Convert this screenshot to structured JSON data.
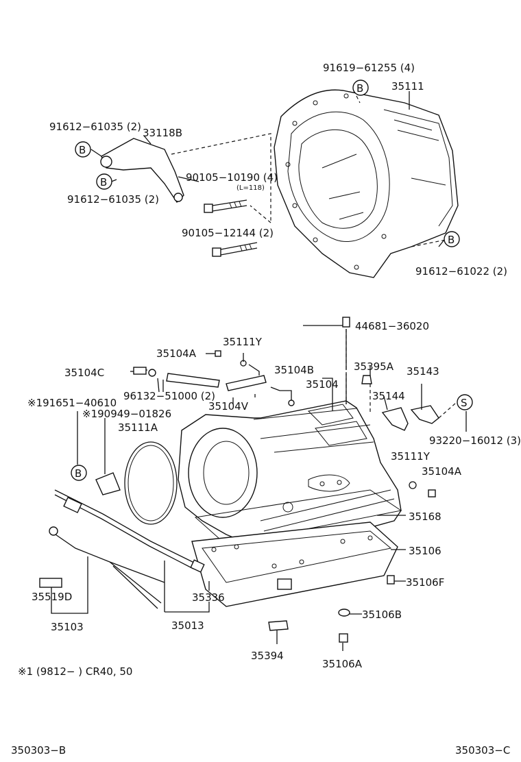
{
  "labels": {
    "p91619_61255": "91619−61255 (4)",
    "p35111": "35111",
    "p91612_61035_top": "91612−61035 (2)",
    "p33118B": "33118B",
    "p90105_10190": "90105−10190 (4)",
    "l118": "(L=118)",
    "p91612_61035_bot": "91612−61035 (2)",
    "p90105_12144": "90105−12144 (2)",
    "p91612_61022": "91612−61022 (2)",
    "p44681_36020": "44681−36020",
    "p35111Y_top": "35111Y",
    "p35104A_top": "35104A",
    "p35104B": "35104B",
    "p35395A": "35395A",
    "p35104C": "35104C",
    "p35104": "35104",
    "p35143": "35143",
    "p96132_51000": "96132−51000 (2)",
    "p35144": "35144",
    "p191651_40610": "※191651−40610",
    "p35104V": "35104V",
    "p190949_01826": "※190949−01826",
    "p93220_16012": "93220−16012 (3)",
    "p35111A": "35111A",
    "p35111Y_right": "35111Y",
    "p35104A_right": "35104A",
    "p35168": "35168",
    "p35106": "35106",
    "p35106F": "35106F",
    "p35519D": "35519D",
    "p35336": "35336",
    "p35103": "35103",
    "p35013": "35013",
    "p35106B": "35106B",
    "p35394": "35394",
    "p35106A": "35106A",
    "note": "※1 (9812−       ) CR40, 50",
    "footer_left": "350303−B",
    "footer_right": "350303−C"
  },
  "markers": {
    "b": "B",
    "s": "S"
  }
}
